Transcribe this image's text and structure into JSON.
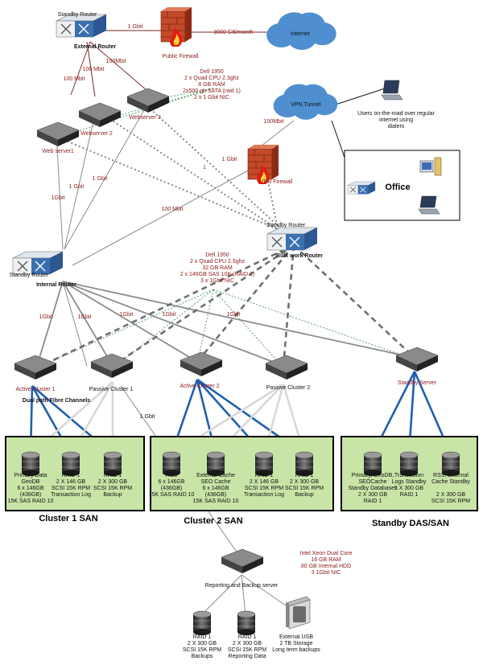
{
  "routers": {
    "external": {
      "standby": "Standby Router",
      "name": "External Router"
    },
    "internal": {
      "standby": "Standby Router",
      "name": "Internal Router"
    },
    "bulkwork": {
      "standby": "Standby Router",
      "name": "Bulk work Router"
    }
  },
  "links": {
    "gbit_1": "1 Gbit",
    "bandwidth": "3000 GB/month",
    "mbit_100": "100 Mbit",
    "mbit100": "100Mbit",
    "gbit1": "1Gbit",
    "one": "1"
  },
  "clouds": {
    "internet": "Internet",
    "vpn": "VPN Tunnel"
  },
  "firewalls": {
    "public": "Public Firewall",
    "vpn": "VPN Firewall"
  },
  "webservers": {
    "ws1": "Web server1",
    "ws2": "Webserver 2",
    "ws3": "Webserver 3"
  },
  "spec_web": [
    "Dell 1950",
    "2 x Quad CPU 2.3ghz",
    "8 GB RAM",
    "2x500 gb SATA (raid 1)",
    "2 x 1 Gbit NIC"
  ],
  "users": [
    "Users on-the-road over regular",
    "internet using",
    "dialers"
  ],
  "office": "Office",
  "spec_cluster": [
    "Dell 1950",
    "2 x Quad CPU 2.5ghz",
    "32 GB RAM",
    "2 x 146GB SAS 10K (RAID 1)",
    "3 x 1Gbit NIC"
  ],
  "servers": {
    "active1": "Active Cluster 1",
    "passive1": "Passive Cluster 1",
    "active2": "Active Cluster 2",
    "passive2": "Passive Cluster 2",
    "standby": "Standby Server"
  },
  "fibre": "Dual path Fibre Channels",
  "san1": {
    "title": "Cluster 1 SAN",
    "disks": [
      [
        "Primary Data",
        "GeoDB",
        "6 x 146GB",
        "(436GB)",
        "15K SAS RAID 10"
      ],
      [
        "RAID 1",
        "2 X 146 GB",
        "SCSI 15K RPM",
        "Transaction Log"
      ],
      [
        "RAID 1",
        "2 X 300 GB",
        "SCSI 15K RPM",
        "Backup"
      ]
    ]
  },
  "san2": {
    "title": "Cluster 2 SAN",
    "disks": [
      [
        "RSS",
        "6 x 146GB",
        "(436GB)",
        "15K SAS RAID 10"
      ],
      [
        "External Cache",
        "SEO Cache",
        "6 x 146GB",
        "(436GB)",
        "15K SAS RAID 10"
      ],
      [
        "RAID 1",
        "2 X 146 GB",
        "SCSI 15K RPM",
        "Transaction Log"
      ],
      [
        "RAID 1",
        "2 X 300 GB",
        "SCSI 15K RPM",
        "Backup"
      ]
    ]
  },
  "das": {
    "title": "Standby DAS/SAN",
    "disks": [
      [
        "Primary, GeoDB,",
        "SEOCache",
        "Standby Databases",
        "2 X 300 GB",
        "RAID 1"
      ],
      [
        "Transaction",
        "Logs Standby",
        "2 X 300 GB",
        "RAID 1"
      ],
      [
        "RSS, External",
        "Cache Standby",
        "",
        "2 X 300 GB",
        "SCSI 15K RPM"
      ]
    ]
  },
  "reporting": {
    "name": "Reporting and Backup server",
    "spec": [
      "Intel Xeon Dual Core",
      "16 GB RAM",
      "80 GB Internal HDD",
      "3 1Gbit NIC"
    ],
    "disks": [
      [
        "RAID 1",
        "2 X 300 GB",
        "SCSI 15K RPM",
        "Backups"
      ],
      [
        "RAID 1",
        "2 X 300 GB",
        "SCSI 15K RPM",
        "Reporting Data"
      ],
      [
        "External USB",
        "2 TB Storage",
        "Long term backups"
      ]
    ]
  },
  "colors": {
    "san_fill": "#c9e4a7",
    "fibre_blue": "#1f5fb0",
    "cloud": "#4f8fcf",
    "spec_red": "#8b1a1a",
    "dash_gray": "#888888",
    "dot_green": "#5aa06a"
  }
}
